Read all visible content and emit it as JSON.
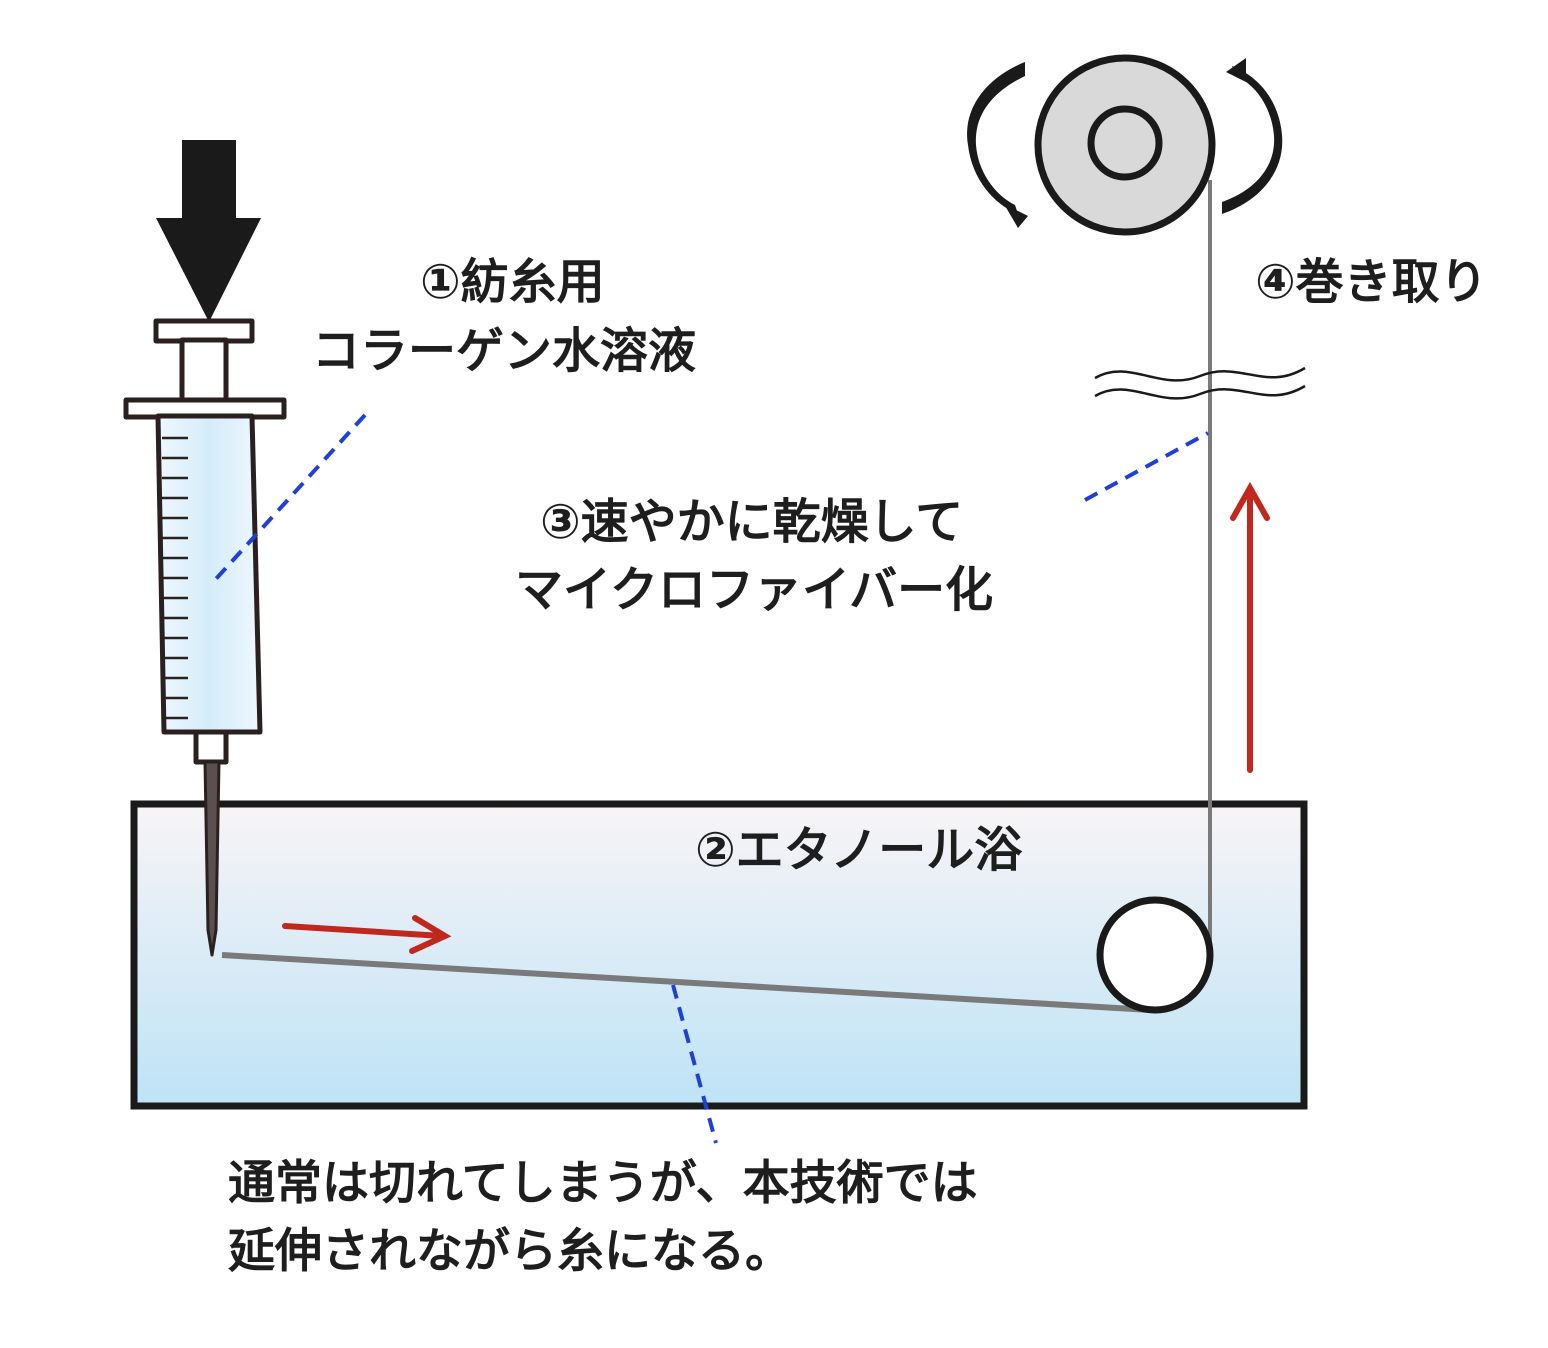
{
  "labels": {
    "step1_line1": "①紡糸用",
    "step1_line2": "コラーゲン水溶液",
    "step2": "②エタノール浴",
    "step3_line1": "③速やかに乾燥して",
    "step3_line2": "マイクロファイバー化",
    "step4": "④巻き取り"
  },
  "note": {
    "line1": "通常は切れてしまうが、本技術では",
    "line2": "延伸されながら糸になる。"
  },
  "colors": {
    "outline": "#1a1a1a",
    "fiber": "#7a7a7a",
    "flow_arrow": "#c0281e",
    "leader_line": "#1f3fd8",
    "bath_top": "#f8f4f6",
    "bath_bottom": "#bde3f6",
    "spool": "#d9d9d9"
  },
  "icons": [
    "push-arrow-icon",
    "syringe-icon",
    "spool-icon",
    "rotation-arrow-icon",
    "roller-icon",
    "break-mark-icon",
    "flow-arrow-icon"
  ]
}
